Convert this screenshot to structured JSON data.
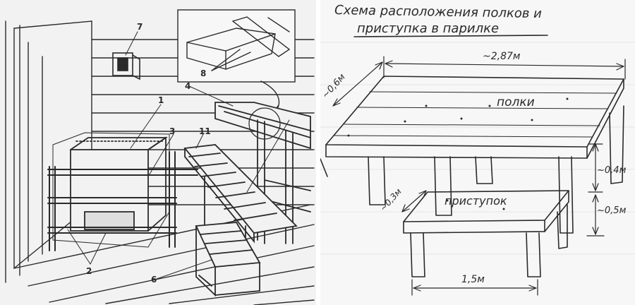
{
  "left_figure": {
    "callouts": [
      "1",
      "2",
      "3",
      "4",
      "6",
      "7",
      "8",
      "11"
    ]
  },
  "right_figure": {
    "title_line1": "Схема расположения полков и",
    "title_line2": "приступка в парилке",
    "dim_length": "~2,87м",
    "dim_depth": "~0,6м",
    "label_shelves": "полки",
    "dim_height_upper": "~0,4м",
    "label_step": "приступок",
    "dim_step_depth": "~0,3м",
    "dim_step_height": "~0,5м",
    "dim_step_length": "1,5м"
  },
  "colors": {
    "background": "#ffffff",
    "ink": "#2a2a2a",
    "paper_left": "#f2f2f2",
    "paper_right": "#f7f7f7"
  }
}
